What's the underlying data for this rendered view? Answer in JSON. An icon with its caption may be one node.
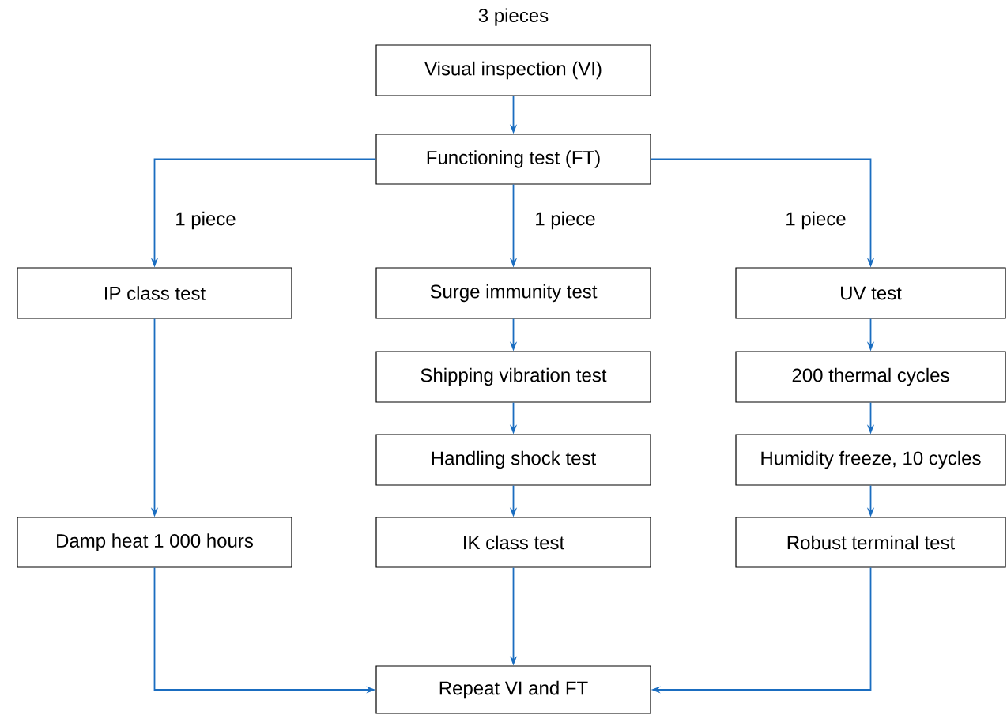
{
  "diagram": {
    "nodes": [
      {
        "text": [
          "Visual inspection (VI)"
        ],
        "beside": [
          "3 pieces"
        ]
      },
      {
        "text": [
          "Functioning test (FT)"
        ]
      },
      {
        "text": [
          "IP class test"
        ]
      },
      {
        "text": [
          "Surge immunity test"
        ]
      },
      {
        "text": [
          "UV test"
        ]
      },
      {
        "text": [
          "Shipping vibration test"
        ]
      },
      {
        "text": [
          "200 thermal cycles"
        ]
      },
      {
        "text": [
          "Damp heat 1 000 hours"
        ]
      },
      {
        "text": [
          "Handling shock test"
        ]
      },
      {
        "text": [
          "Humidity freeze, 10 cycles"
        ]
      },
      {
        "text": [
          "IK class test"
        ]
      },
      {
        "text": [
          "Robust terminal test"
        ]
      },
      {
        "text": [
          "Repeat VI and FT"
        ]
      }
    ],
    "edges": [
      {
        "from": 0,
        "to": 1,
        "arrow": "to"
      },
      {
        "from": 1,
        "to": 2,
        "arrow": "to",
        "label": "1 piece"
      },
      {
        "from": 1,
        "to": 3,
        "arrow": "to",
        "label": "1 piece"
      },
      {
        "from": 1,
        "to": 4,
        "arrow": "to",
        "label": "1 piece"
      },
      {
        "from": 2,
        "to": 7,
        "arrow": "to"
      },
      {
        "from": 3,
        "to": 5,
        "arrow": "to"
      },
      {
        "from": 5,
        "to": 8,
        "arrow": "to"
      },
      {
        "from": 8,
        "to": 10,
        "arrow": "to"
      },
      {
        "from": 4,
        "to": 6,
        "arrow": "to"
      },
      {
        "from": 6,
        "to": 9,
        "arrow": "to"
      },
      {
        "from": 9,
        "to": 11,
        "arrow": "to"
      },
      {
        "from": 7,
        "to": 12,
        "arrow": "to"
      },
      {
        "from": 10,
        "to": 12,
        "arrow": "to"
      },
      {
        "from": 11,
        "to": 12,
        "arrow": "to"
      }
    ]
  }
}
